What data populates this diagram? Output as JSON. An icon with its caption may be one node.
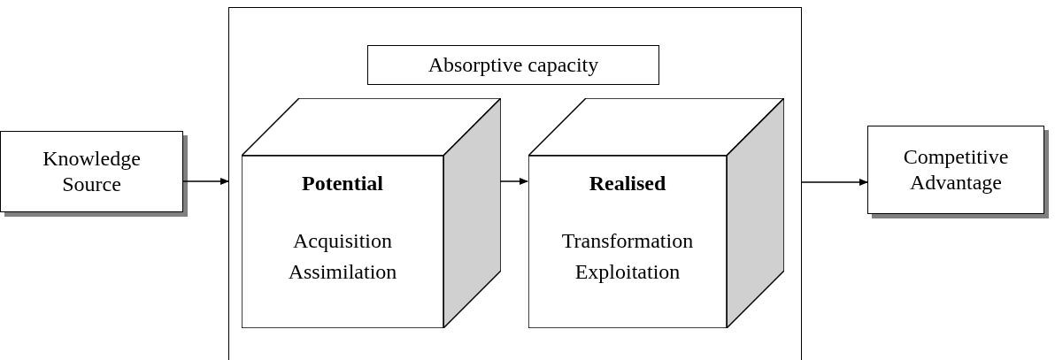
{
  "diagram": {
    "nodes": [
      {
        "text": [
          "Knowledge Source"
        ]
      },
      {
        "text": [],
        "shape": "box"
      },
      {
        "text": [
          "Absorptive capacity"
        ],
        "in": 1
      },
      {
        "text": [
          "Potential",
          "Acquisition Assimilation"
        ],
        "in": 1
      },
      {
        "text": [
          "Realised",
          "Transformation Exploitation"
        ],
        "in": 1
      },
      {
        "text": [
          "Competitive Advantage"
        ]
      }
    ],
    "edges": [
      {
        "from": 0,
        "to": 1,
        "arrow": "to"
      },
      {
        "from": 3,
        "to": 4,
        "arrow": "to"
      },
      {
        "from": 1,
        "to": 5,
        "arrow": "to"
      }
    ]
  }
}
